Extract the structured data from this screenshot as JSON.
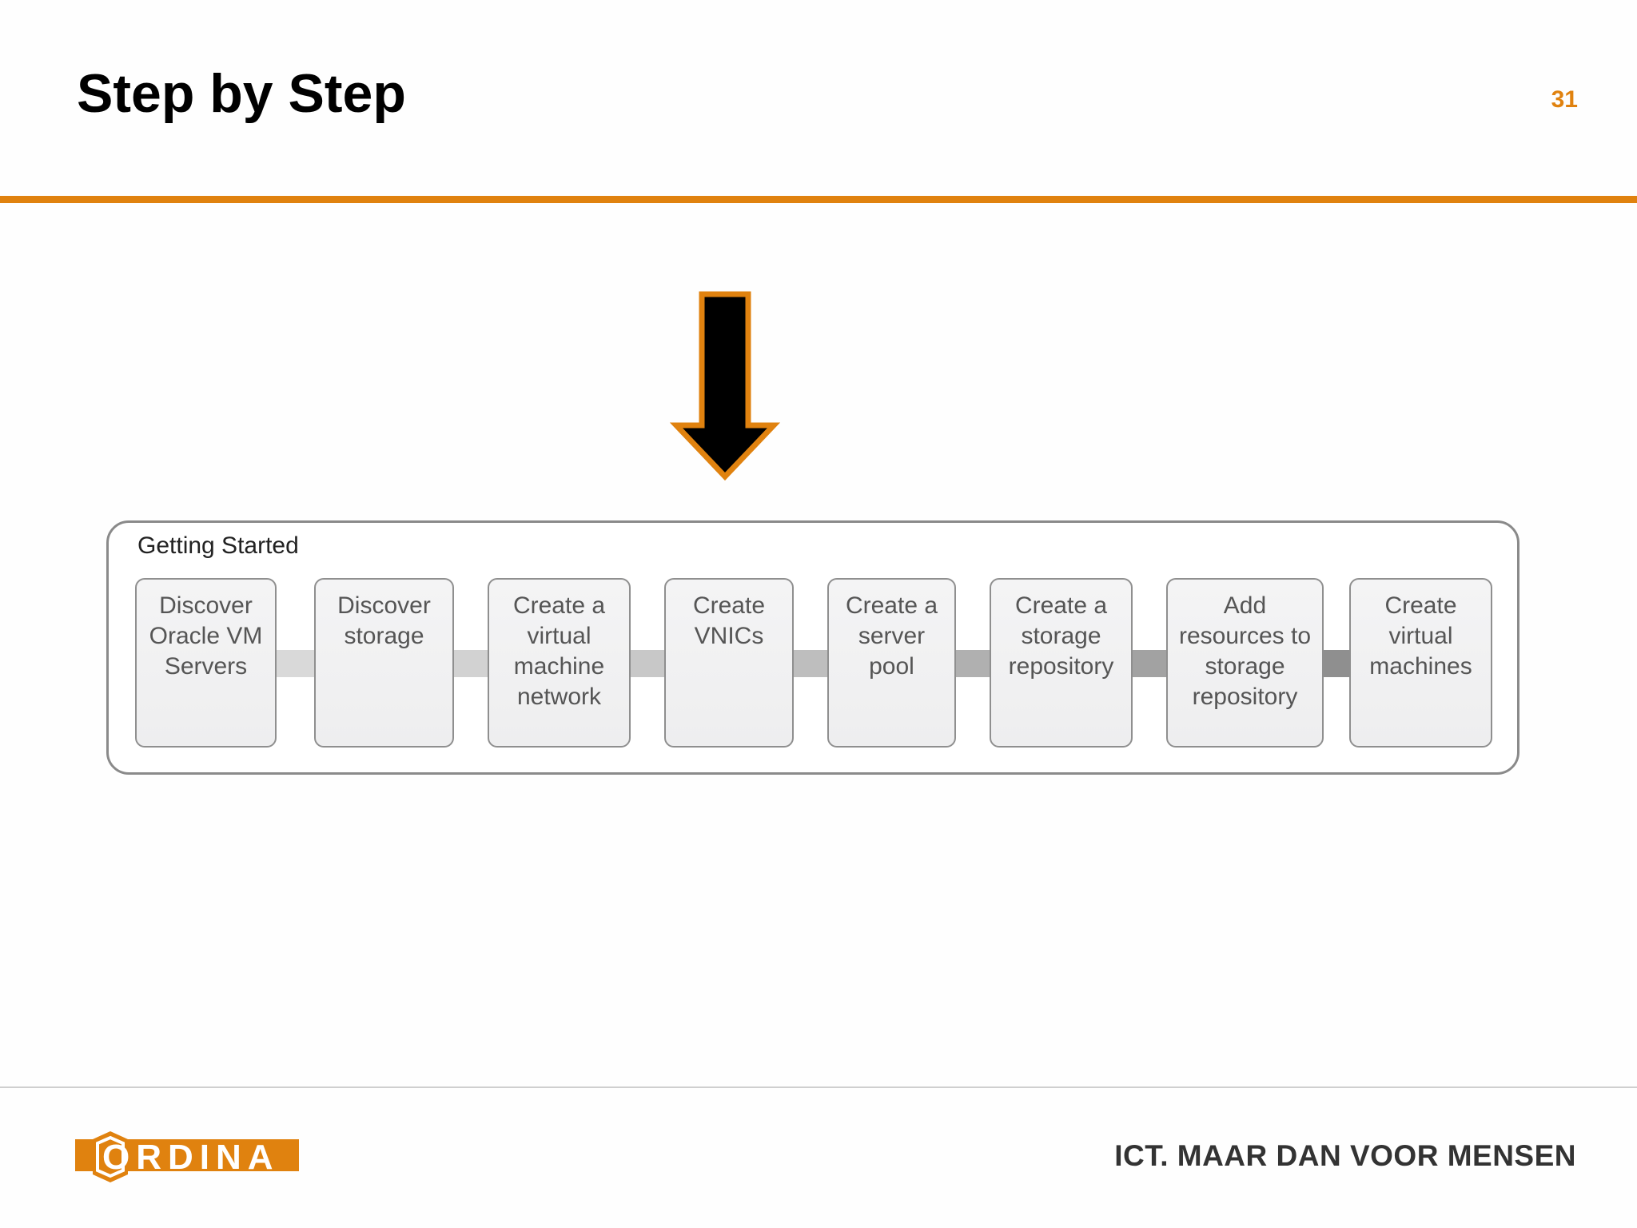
{
  "slide": {
    "title": "Step by Step",
    "page_number": "31"
  },
  "colors": {
    "accent": "#e0820f",
    "arrow_fill": "#000000"
  },
  "diagram": {
    "title": "Getting Started",
    "current_step_index": 3,
    "steps": [
      {
        "label": "Discover\nOracle VM\nServers"
      },
      {
        "label": "Discover\nstorage"
      },
      {
        "label": "Create a\nvirtual\nmachine\nnetwork"
      },
      {
        "label": "Create\nVNICs"
      },
      {
        "label": "Create a\nserver\npool"
      },
      {
        "label": "Create a\nstorage\nrepository"
      },
      {
        "label": "Add\nresources to\nstorage\nrepository"
      },
      {
        "label": "Create\nvirtual\nmachines"
      }
    ]
  },
  "footer": {
    "logo_text": "ORDINA",
    "tagline": "ICT. MAAR DAN VOOR MENSEN"
  }
}
